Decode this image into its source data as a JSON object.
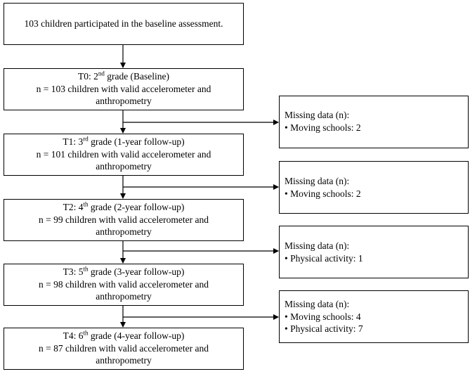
{
  "start": {
    "text": "103 children participated in the baseline assessment."
  },
  "stages": [
    {
      "prefix": "T0: 2",
      "sup": "nd",
      "suffix": " grade (Baseline)",
      "line2": "n = 103 children with valid accelerometer and",
      "line3": "anthropometry"
    },
    {
      "prefix": "T1: 3",
      "sup": "rd",
      "suffix": " grade (1-year follow-up)",
      "line2": "n = 101 children with valid accelerometer and",
      "line3": "anthropometry"
    },
    {
      "prefix": "T2: 4",
      "sup": "th",
      "suffix": " grade (2-year follow-up)",
      "line2": "n = 99 children with valid accelerometer and",
      "line3": "anthropometry"
    },
    {
      "prefix": "T3: 5",
      "sup": "th",
      "suffix": " grade (3-year follow-up)",
      "line2": "n = 98 children with valid accelerometer and",
      "line3": "anthropometry"
    },
    {
      "prefix": "T4: 6",
      "sup": "th",
      "suffix": " grade (4-year follow-up)",
      "line2": "n =  87 children with valid accelerometer and",
      "line3": "anthropometry"
    }
  ],
  "missing": [
    {
      "title": "Missing data (n):",
      "items": [
        "• Moving schools: 2"
      ]
    },
    {
      "title": "Missing data (n):",
      "items": [
        "• Moving schools: 2"
      ]
    },
    {
      "title": "Missing data (n):",
      "items": [
        "• Physical activity: 1"
      ]
    },
    {
      "title": "Missing data (n):",
      "items": [
        "• Moving schools: 4",
        "• Physical activity: 7"
      ]
    }
  ]
}
